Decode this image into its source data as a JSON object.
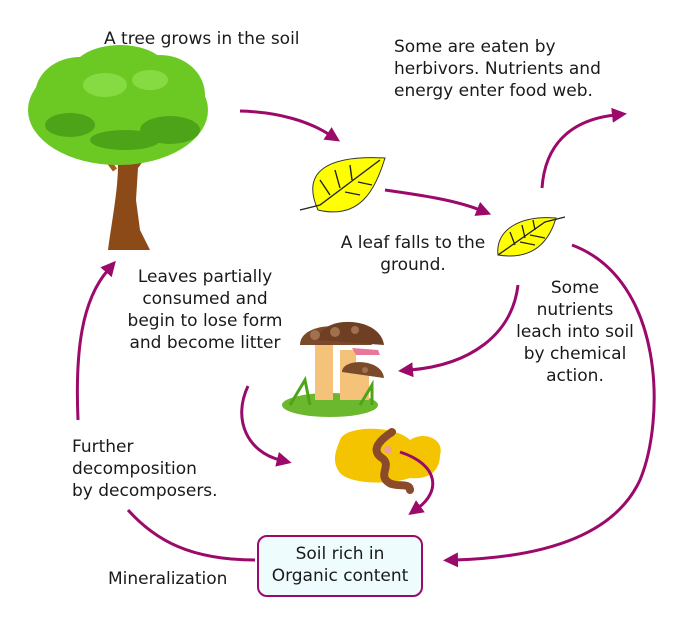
{
  "title": "Decomposition and nutrient cycle of leaves",
  "colors": {
    "arrow": "#9b0a6b",
    "box_border": "#9b0a6b",
    "box_fill": "#eefcfd",
    "leaf_fill": "#ffff00",
    "tree_green": "#6cc924",
    "trunk_brown": "#8b4a17"
  },
  "labels": {
    "tree": "A tree grows in the soil",
    "herbivores": "Some are eaten by\nherbivors. Nutrients and\nenergy enter food web.",
    "leaf_falls": "A leaf falls to the\nground.",
    "litter": "Leaves partially\nconsumed and\nbegin to lose form\nand become litter",
    "leach": "Some\nnutrients\nleach into soil\nby chemical\naction.",
    "decomposition": "Further\ndecomposition\nby decomposers.",
    "mineralization": "Mineralization",
    "soil_box": "Soil rich in\nOrganic content"
  },
  "illustrations": [
    "tree",
    "leaf-on-tree",
    "fallen-leaf",
    "mushrooms",
    "earthworm-on-soil"
  ]
}
